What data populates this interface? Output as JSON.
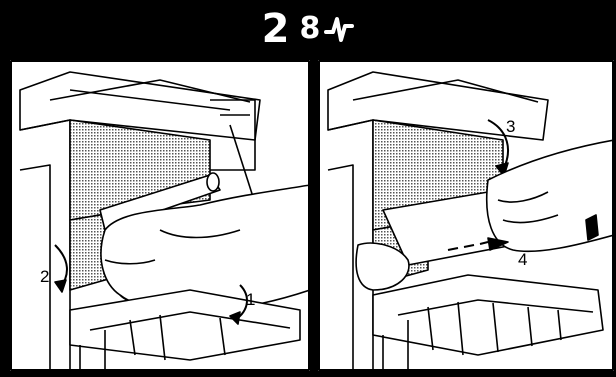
{
  "header": {
    "code_number": "2",
    "code_sub": "8",
    "icon": "paper-jam-icon"
  },
  "steps": {
    "step1": "1",
    "step2": "2",
    "step3": "3",
    "step4": "4"
  }
}
